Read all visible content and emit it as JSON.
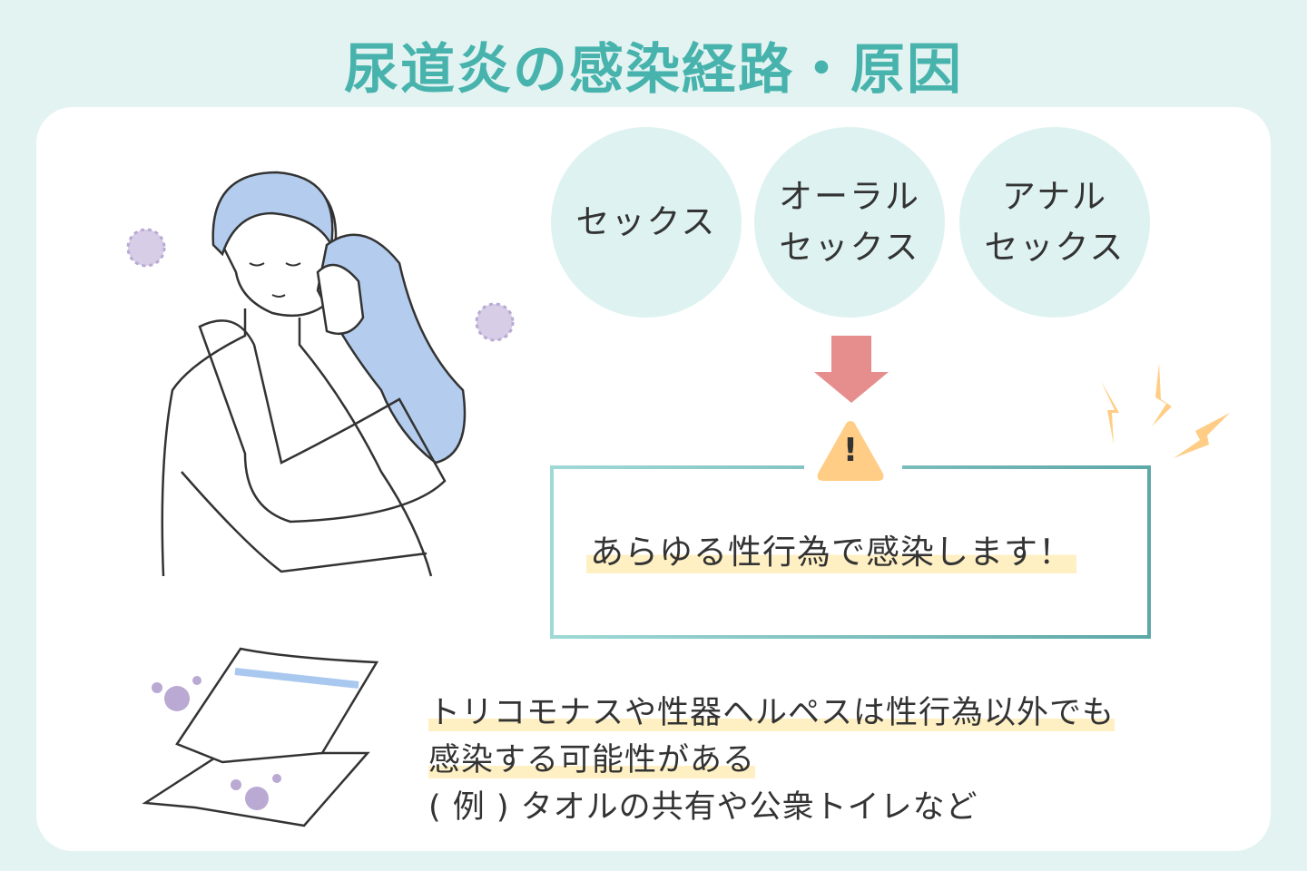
{
  "title": "尿道炎の感染経路・原因",
  "routes": [
    {
      "line1": "セックス",
      "line2": ""
    },
    {
      "line1": "オーラル",
      "line2": "セックス"
    },
    {
      "line1": "アナル",
      "line2": "セックス"
    }
  ],
  "warning": {
    "symbol": "!",
    "message": "あらゆる性行為で感染します！"
  },
  "note": {
    "line1": "トリコモナスや性器ヘルペスは性行為以外でも",
    "line2": "感染する可能性がある",
    "line3": "( 例 ) タオルの共有や公衆トイレなど"
  },
  "colors": {
    "accent": "#47b3ac",
    "circle": "#def3f1",
    "arrow": "#e68e8e",
    "warn": "#ffcd85",
    "highlight": "#fff0c4"
  }
}
